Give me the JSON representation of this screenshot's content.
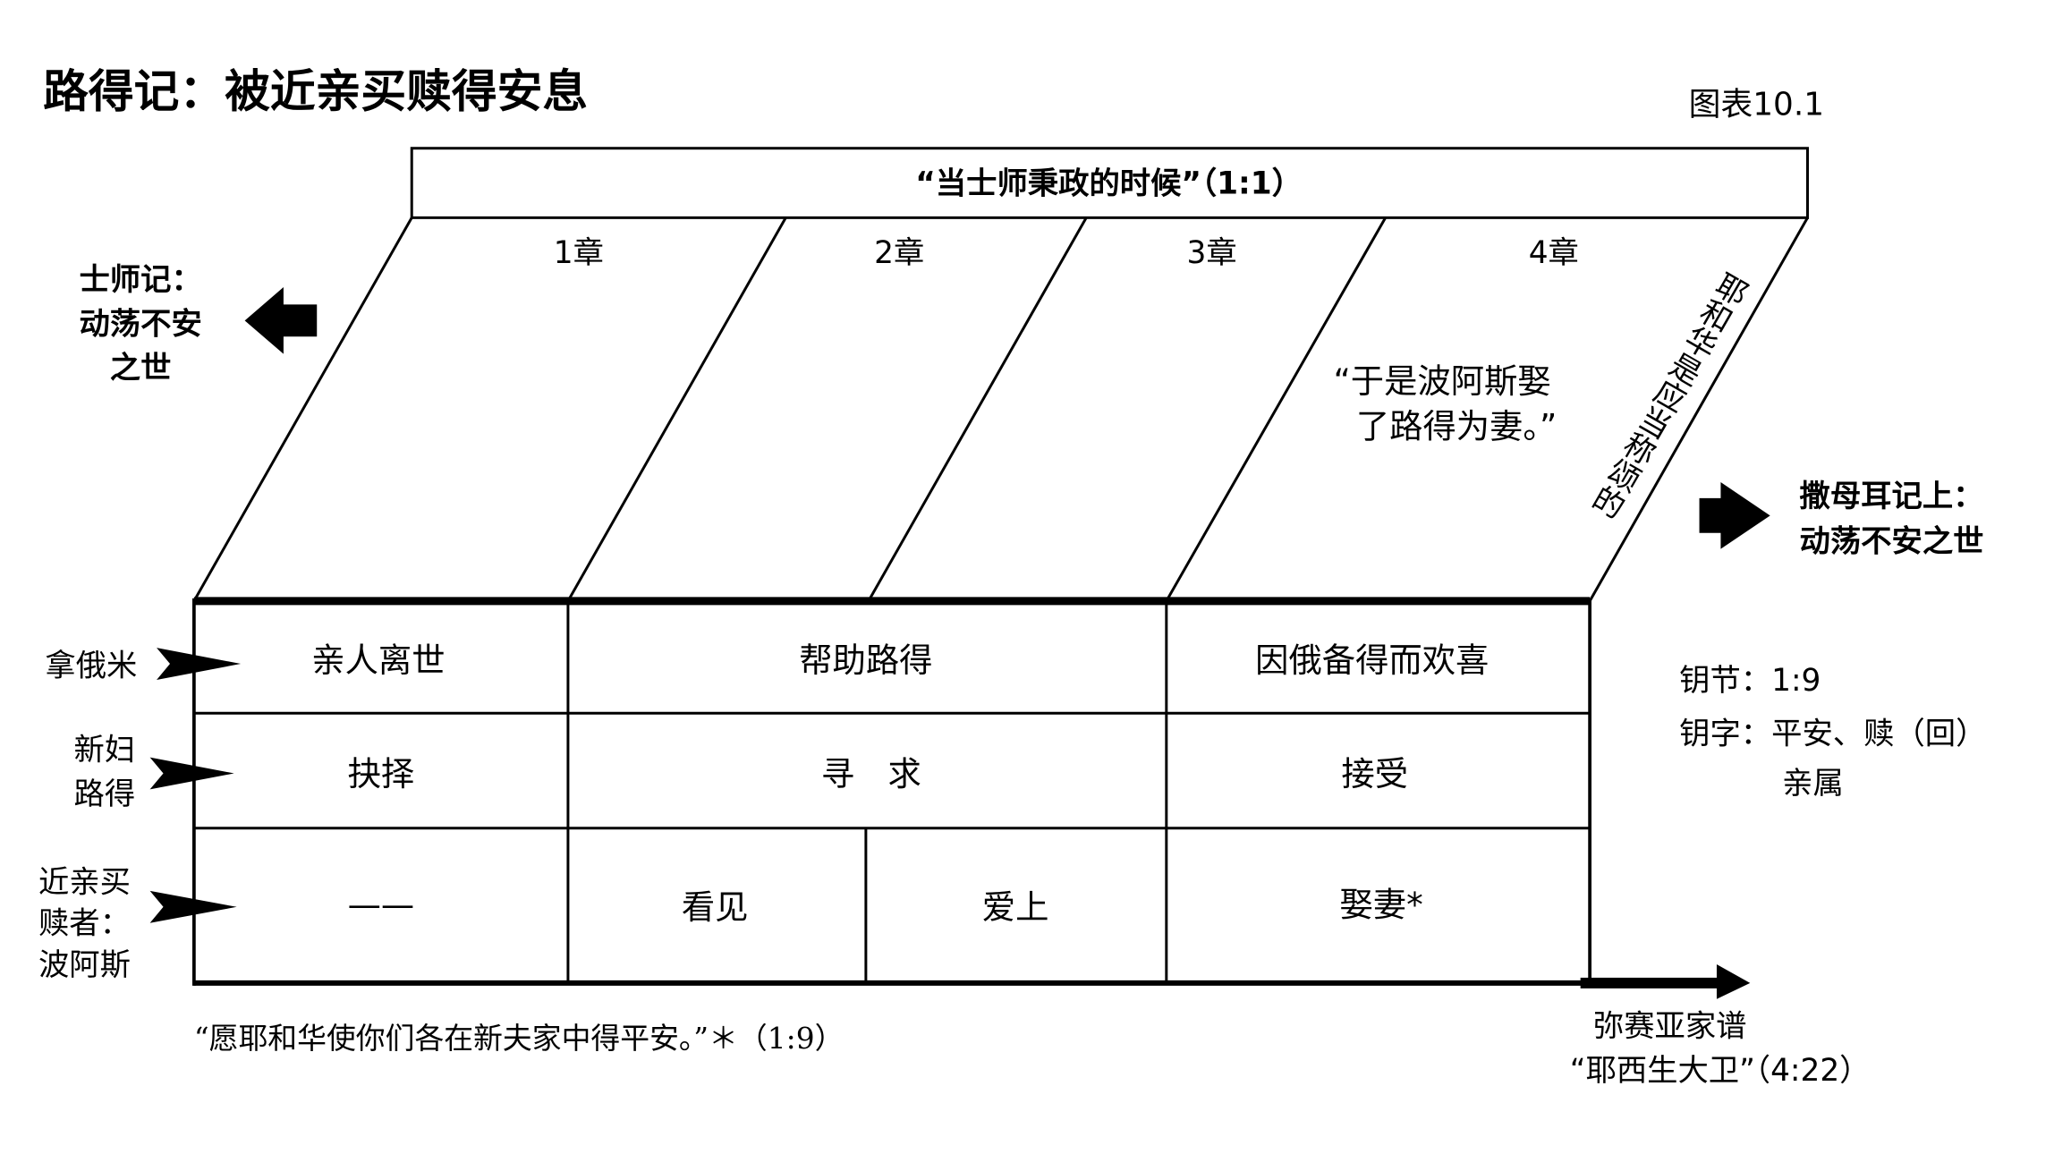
{
  "title": "路得记：被近亲买赎得安息",
  "figure_label": "图表10.1",
  "header_banner": "“当士师秉政的时候”（1:1）",
  "chapters": [
    "1章",
    "2章",
    "3章",
    "4章"
  ],
  "chapter4_quote": [
    "“于是波阿斯娶",
    "了路得为妻。”"
  ],
  "diagonal_text": "耶和华是应当称颂的",
  "left_context": [
    "士师记：",
    "动荡不安之世"
  ],
  "right_context": [
    "撒母耳记上：",
    "动荡不安之世"
  ],
  "rows": [
    {
      "label": [
        "拿俄米"
      ],
      "cells": [
        "亲人离世",
        "帮助路得",
        "因俄备得而欢喜"
      ]
    },
    {
      "label": [
        "新妇",
        "路得"
      ],
      "cells": [
        "抉择",
        "寻　求",
        "接受"
      ]
    },
    {
      "label": [
        "近亲买",
        "赎者：",
        "波阿斯"
      ],
      "cells": [
        "——",
        "看见",
        "爱上",
        "娶妻*"
      ]
    }
  ],
  "key": {
    "verse": "钥节：1:9",
    "words": "钥字：平安、赎（回）",
    "words_cont": "亲属"
  },
  "footnote": "“愿耶和华使你们各在新夫家中得平安。”＊（1:9）",
  "lineage": [
    "弥赛亚家谱",
    "“耶西生大卫”（4:22）"
  ]
}
